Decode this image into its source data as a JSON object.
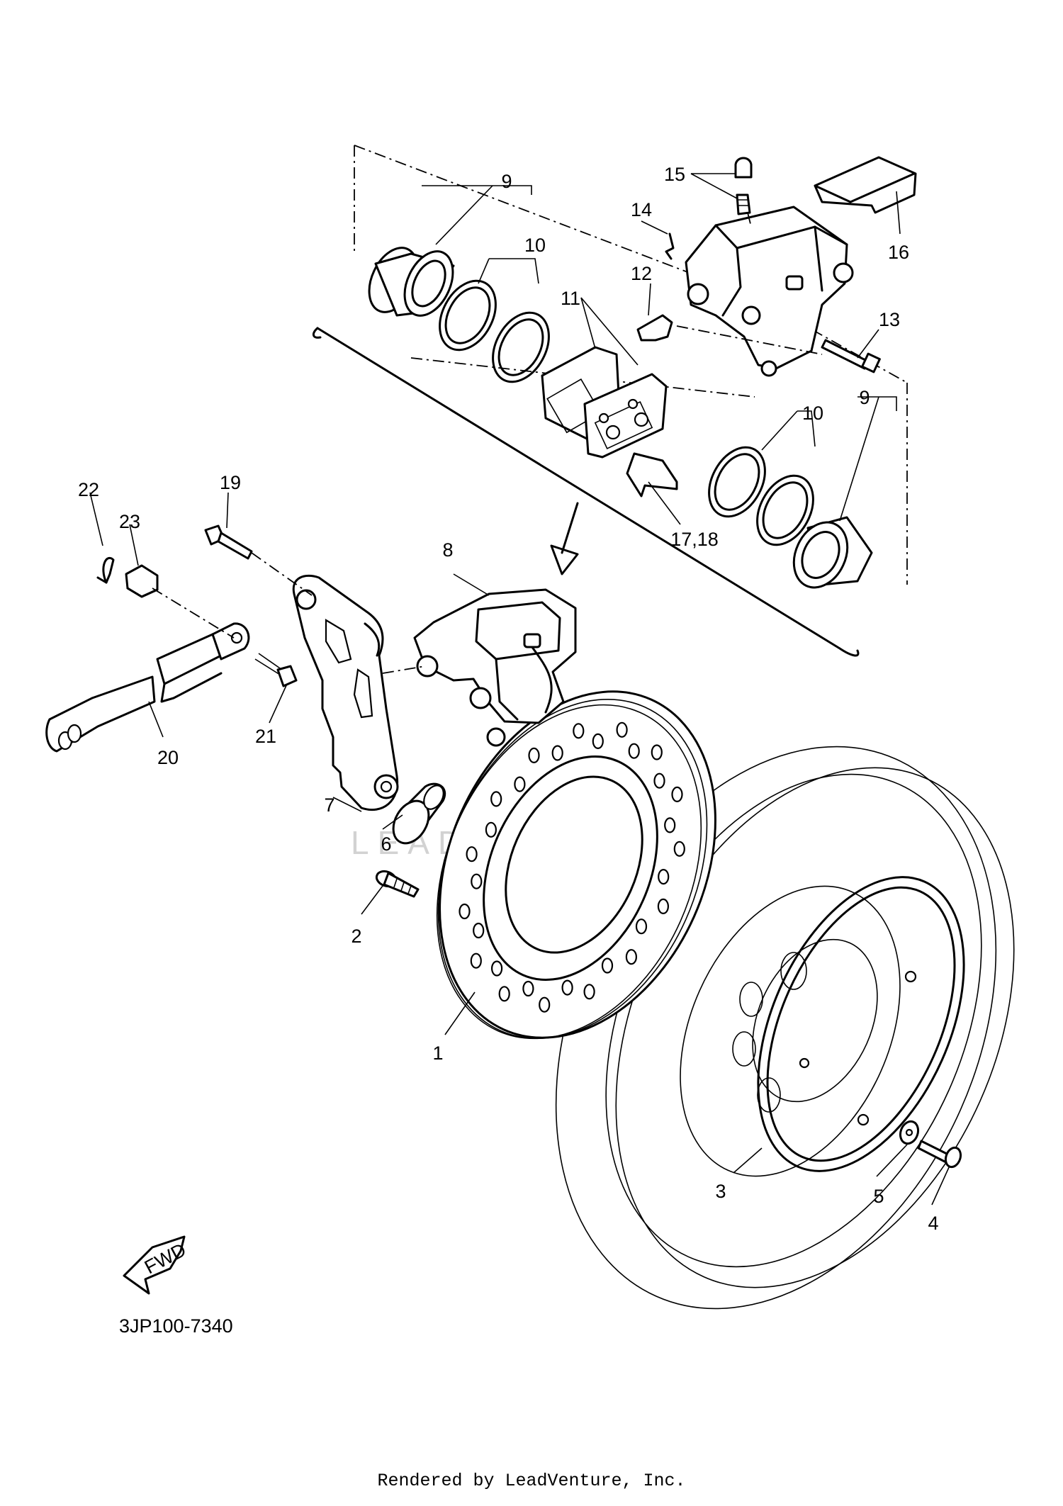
{
  "diagram_code": "3JP100-7340",
  "footer": "Rendered by LeadVenture, Inc.",
  "watermark": "LEADVENTURE",
  "fwd_label": "FWD",
  "callouts": [
    {
      "id": "1",
      "text": "1"
    },
    {
      "id": "2",
      "text": "2"
    },
    {
      "id": "3",
      "text": "3"
    },
    {
      "id": "4",
      "text": "4"
    },
    {
      "id": "5",
      "text": "5"
    },
    {
      "id": "6",
      "text": "6"
    },
    {
      "id": "7",
      "text": "7"
    },
    {
      "id": "8",
      "text": "8"
    },
    {
      "id": "9a",
      "text": "9"
    },
    {
      "id": "9b",
      "text": "9"
    },
    {
      "id": "10a",
      "text": "10"
    },
    {
      "id": "10b",
      "text": "10"
    },
    {
      "id": "11",
      "text": "11"
    },
    {
      "id": "12",
      "text": "12"
    },
    {
      "id": "13",
      "text": "13"
    },
    {
      "id": "14",
      "text": "14"
    },
    {
      "id": "15",
      "text": "15"
    },
    {
      "id": "16",
      "text": "16"
    },
    {
      "id": "17_18",
      "text": "17,18"
    },
    {
      "id": "19",
      "text": "19"
    },
    {
      "id": "20",
      "text": "20"
    },
    {
      "id": "21",
      "text": "21"
    },
    {
      "id": "22",
      "text": "22"
    },
    {
      "id": "23",
      "text": "23"
    }
  ]
}
